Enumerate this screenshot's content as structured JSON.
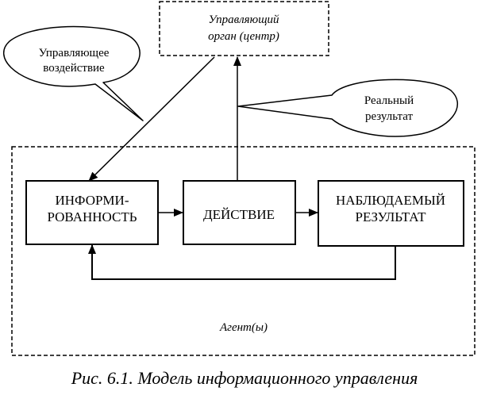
{
  "control_center": {
    "line1": "Управляющий",
    "line2": "орган (центр)"
  },
  "callout_control_action": {
    "line1": "Управляющее",
    "line2": "воздействие"
  },
  "callout_real_result": {
    "line1": "Реальный",
    "line2": "результат"
  },
  "box_information": {
    "line1": "ИНФОРМИ-",
    "line2": "РОВАННОСТЬ"
  },
  "box_action": {
    "label": "ДЕЙСТВИЕ"
  },
  "box_observed_result": {
    "line1": "НАБЛЮДАЕМЫЙ",
    "line2": "РЕЗУЛЬТАТ"
  },
  "agent_label": "Агент(ы)",
  "caption": "Рис. 6.1. Модель информационного управления"
}
